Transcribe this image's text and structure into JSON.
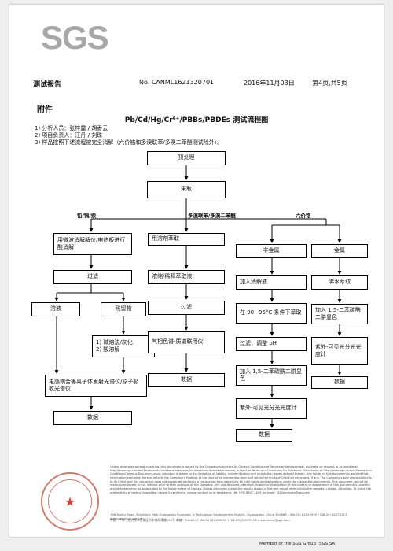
{
  "logo": "SGS",
  "header": {
    "title": "测试报告",
    "report_no": "No. CANML1621320701",
    "date": "2016年11月03日",
    "page": "第4页,共5页"
  },
  "annex": "附件",
  "doc_title": "Pb/Cd/Hg/Cr⁶⁺/PBBs/PBDEs 测试流程图",
  "info": [
    "1) 分析人员：张梓露 / 胡香云",
    "2) 项目负责人：汪丹 / 刘珠",
    "3) 样品按照下述流程被完全消解（六价铬和多溴联苯/多溴二苯醚测试除外）。"
  ],
  "flow": {
    "pretreat": "预处理",
    "sampling": "采取",
    "sections": {
      "metals": "铅/镉/汞",
      "pbb": "多溴联苯/多溴二苯醚",
      "cr": "六价铬"
    },
    "metals": {
      "digest": "用微波消解解仪/电热板进行酸消解",
      "filter": "过滤",
      "solution": "溶液",
      "residue": "残留物",
      "residue_treat": "1) 碱熔法/灰化\n2) 酸溶解",
      "icp": "电感耦合等离子体发射光谱仪/原子吸收光谱仪",
      "data": "数据"
    },
    "pbb": {
      "extract": "用溶剂萃取",
      "concentrate": "浓缩/稀释萃取液",
      "filter": "过滤",
      "gcms": "气相色谱-质谱联用仪",
      "data": "数据"
    },
    "cr_nonmetal": {
      "label": "非金属",
      "alkali": "加入消解液",
      "heat": "在 90~95°C 条件下萃取",
      "filter_ph": "过滤，调整 pH",
      "add_dpc": "加入 1,5-二苯碳酰二肼显色",
      "uv": "紫外-可见光分光光度计",
      "data": "数据"
    },
    "cr_metal": {
      "label": "金属",
      "boil": "沸水萃取",
      "add_dpc": "加入 1,5-二苯碳酰二肼显色",
      "uv": "紫外-可见光分光光度计",
      "data": "数据"
    }
  },
  "footer": {
    "terms": "Unless otherwise agreed in writing, this document is issued by the Company subject to its General Conditions of Service printed overleaf, available on request or accessible at http://www.sgs.com/en/Terms-and-Conditions.aspx and, for electronic format documents, subject to Terms and Conditions for Electronic Documents at http://www.sgs.com/en/Terms-and-Conditions/Terms-e-Document.aspx. Attention is drawn to the limitation of liability, indemnification and jurisdiction issues defined therein. Any holder of this document is advised that information contained hereon reflects the Company's findings at the time of its intervention only and within the limits of Client's instructions, if any. The Company's sole responsibility is to its Client and this document does not exonerate parties to a transaction from exercising all their rights and obligations under the transaction documents. This document cannot be reproduced except in full, without prior written approval of the Company. Any unauthorized alteration, forgery or falsification of the content or appearance of this document is unlawful and offenders may be prosecuted to the fullest extent of the law. Unless otherwise stated the results shown in this test report refer only to the sample(s) tested. Attention: To check the authenticity of testing /inspection report & certificate, please contact us at telephone: (86-755) 8307 1443, or email: CN.Doccheck@sgs.com",
    "addr_en": "198 Kezhu Road, Scientech Park Guangzhou Economic & Technology Development District, Guangzhou, China 510663   t (86-20) 82155555   f (86-20) 82075113   www.sgsgroup.com.cn",
    "addr_cn": "中国 · 广州 · 经济技术开发区科学城科珠路198号   邮编：510663   t (86-20) 82155555   f (86-20) 82075113   e sgs.china@sgs.com",
    "member": "Member of the SGS Group (SGS SA)"
  }
}
